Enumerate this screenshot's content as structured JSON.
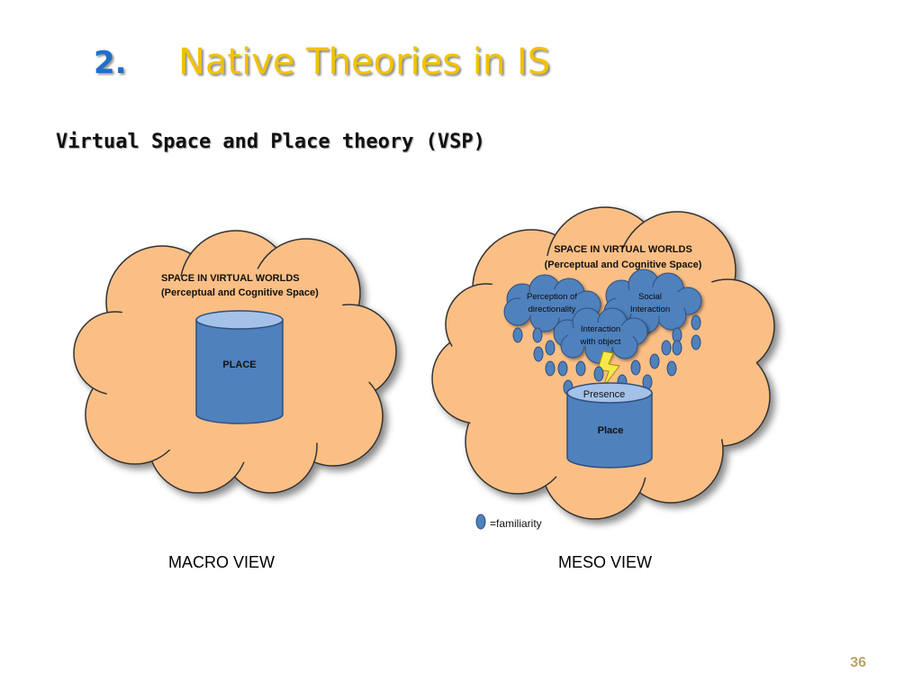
{
  "slide": {
    "number": "2.",
    "title": "Native Theories in IS",
    "subtitle": "Virtual Space and Place theory (VSP)",
    "page_number": "36"
  },
  "macro": {
    "space_line1": "SPACE IN VIRTUAL WORLDS",
    "space_line2": "(Perceptual and Cognitive Space)",
    "place_label": "PLACE",
    "caption": "MACRO VIEW"
  },
  "meso": {
    "space_line1": "SPACE IN VIRTUAL WORLDS",
    "space_line2": "(Perceptual and Cognitive Space)",
    "bubble1_line1": "Perception of",
    "bubble1_line2": "directionality",
    "bubble2_line1": "Social",
    "bubble2_line2": "Interaction",
    "bubble3_line1": "Interaction",
    "bubble3_line2": "with object",
    "presence_label": "Presence",
    "place_label": "Place",
    "legend_text": "=familiarity",
    "caption": "MESO VIEW"
  },
  "colors": {
    "cloud_fill": "#fbbf85",
    "cylinder_fill": "#4f81bd",
    "cylinder_top": "#a4c2e8",
    "title_number": "#1f6fc8",
    "title_text": "#f2c200",
    "page_number": "#b7a46a"
  }
}
